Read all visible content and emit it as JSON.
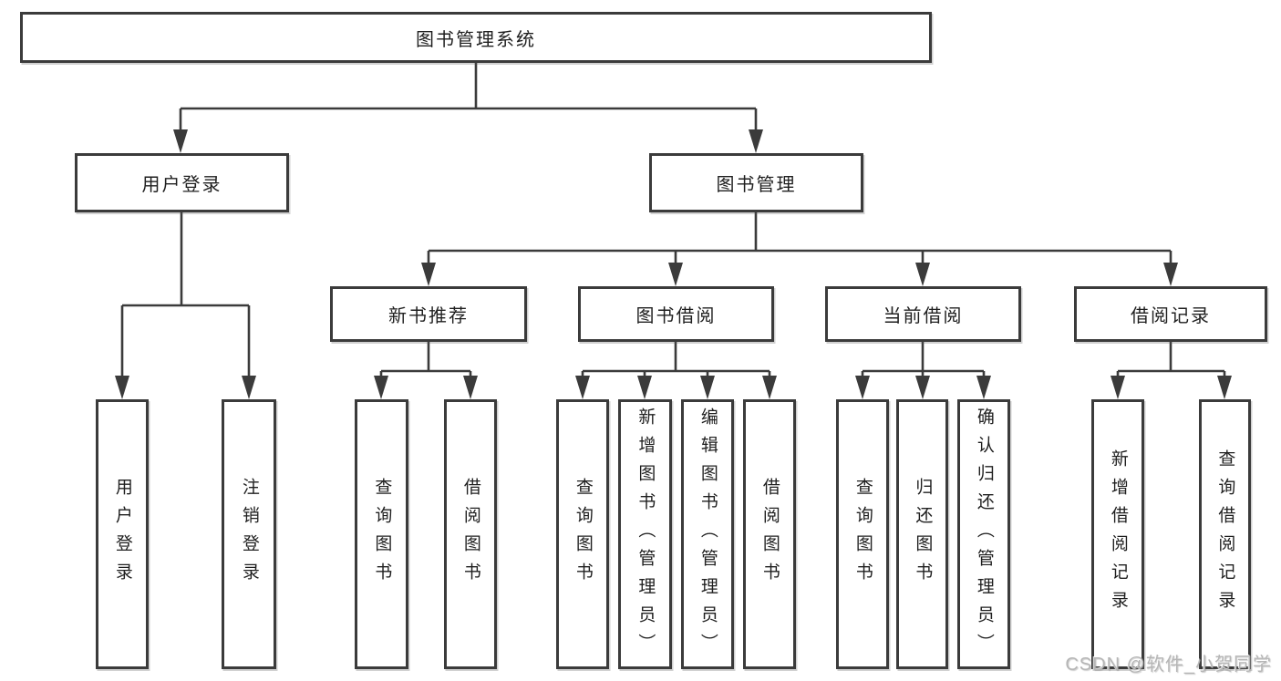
{
  "tree": {
    "root": "图书管理系统",
    "branches": [
      {
        "label": "用户登录",
        "children": [
          "用户登录",
          "注销登录"
        ]
      },
      {
        "label": "图书管理",
        "groups": [
          {
            "label": "新书推荐",
            "children": [
              "查询图书",
              "借阅图书"
            ]
          },
          {
            "label": "图书借阅",
            "children": [
              "查询图书",
              "新增图书（管理员）",
              "编辑图书（管理员）",
              "借阅图书"
            ]
          },
          {
            "label": "当前借阅",
            "children": [
              "查询图书",
              "归还图书",
              "确认归还（管理员）"
            ]
          },
          {
            "label": "借阅记录",
            "children": [
              "新增借阅记录",
              "查询借阅记录"
            ]
          }
        ]
      }
    ]
  },
  "watermark": {
    "text": "CSDN @软件_小贺同学"
  },
  "colors": {
    "line": "#3b3b3b",
    "text": "#1f1f1f",
    "background": "#ffffff",
    "watermark": "#b6b6b6"
  }
}
